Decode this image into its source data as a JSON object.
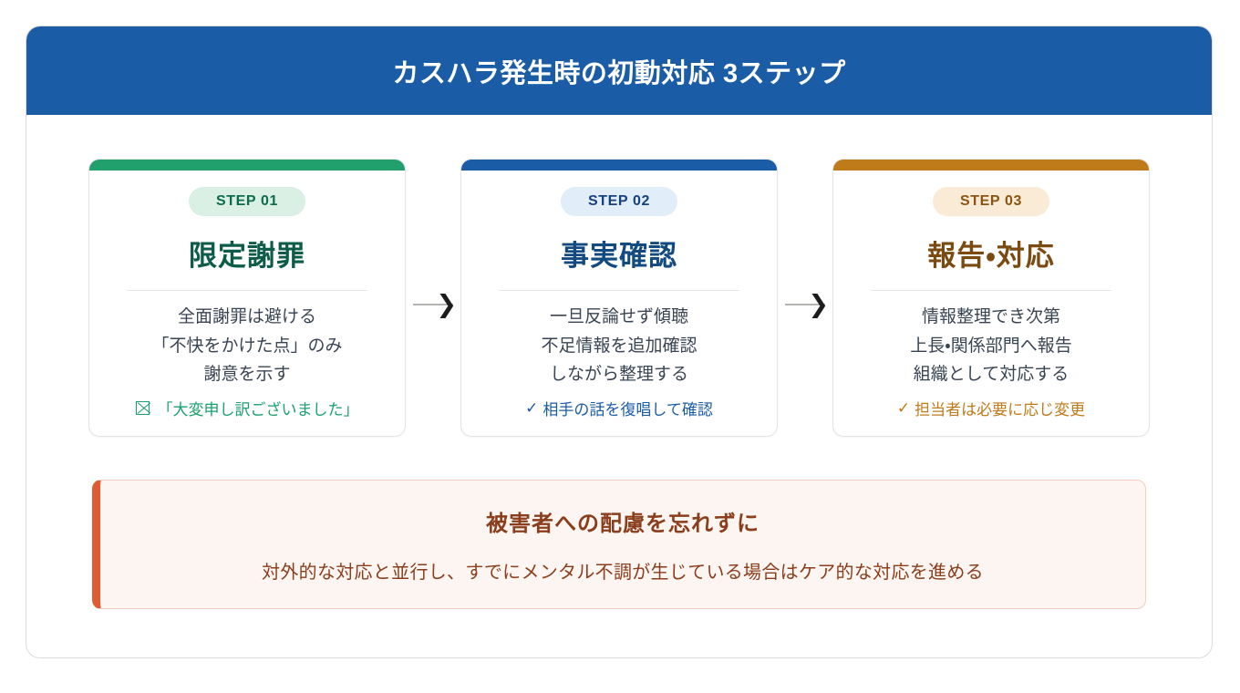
{
  "header": {
    "title": "カスハラ発生時の初動対応 3ステップ",
    "background_color": "#1b5ca6",
    "text_color": "#ffffff"
  },
  "steps": [
    {
      "badge": "STEP 01",
      "title": "限定謝罪",
      "lines": [
        "全面謝罪は避ける",
        "「不快をかけた点」のみ",
        "謝意を示す"
      ],
      "tip_icon": "missing-glyph-box-icon",
      "tip": "「大変申し訳ございました」",
      "accent_color": "#21a06e",
      "badge_bg": "#daf0e4",
      "badge_text_color": "#0f6b4f",
      "title_color": "#0d5c49"
    },
    {
      "badge": "STEP 02",
      "title": "事実確認",
      "lines": [
        "一旦反論せず傾聴",
        "不足情報を追加確認",
        "しながら整理する"
      ],
      "tip_icon": "check-icon",
      "tip": "相手の話を復唱して確認",
      "accent_color": "#1b5ca6",
      "badge_bg": "#e2edfa",
      "badge_text_color": "#16417e",
      "title_color": "#134a80"
    },
    {
      "badge": "STEP 03",
      "title": "報告・対応",
      "lines": [
        "情報整理でき次第",
        "上長・関係部門へ報告",
        "組織として対応する"
      ],
      "tip_icon": "check-icon",
      "tip": "担当者は必要に応じ変更",
      "accent_color": "#bf7a1a",
      "badge_bg": "#faebd6",
      "badge_text_color": "#8a5512",
      "title_color": "#7a4a10"
    }
  ],
  "connectors": {
    "arrow_glyph": "❯",
    "line_color": "#b4b4b0"
  },
  "tip_marks": {
    "check": "✓"
  },
  "note": {
    "heading": "被害者への配慮を忘れずに",
    "body": "対外的な対応と並行し、すでにメンタル不調が生じている場合はケア的な対応を進める",
    "accent_color": "#dd5c33",
    "background_color": "#fdf5f2",
    "text_color": "#8a3e1b"
  }
}
